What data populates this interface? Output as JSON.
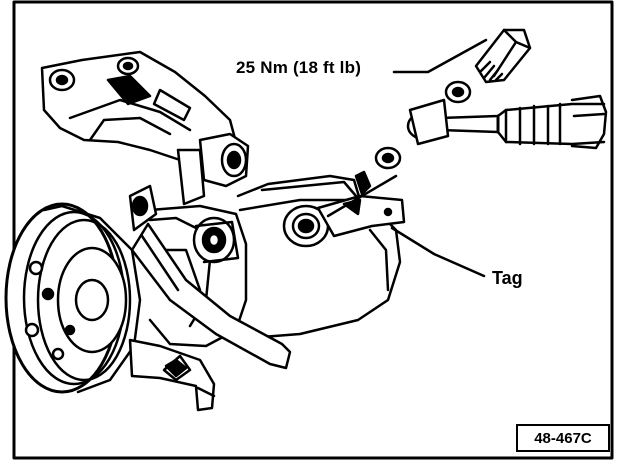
{
  "figure": {
    "callouts": {
      "torque": "25 Nm (18 ft lb)",
      "tag": "Tag"
    },
    "figure_id": "48-467C"
  },
  "colors": {
    "ink": "#000000",
    "paper": "#ffffff"
  }
}
